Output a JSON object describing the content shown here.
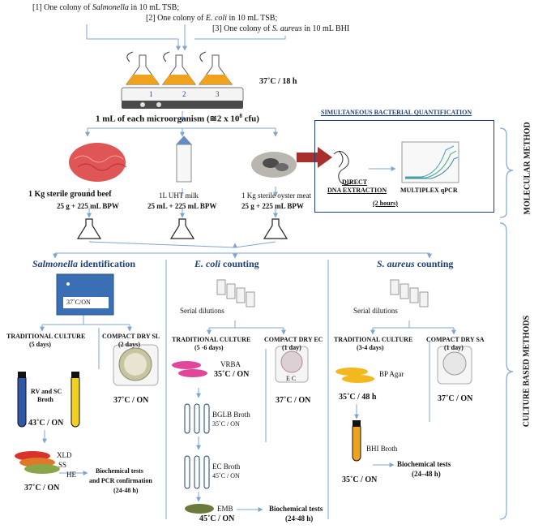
{
  "inoculum": {
    "line1_prefix": "[1] One colony of ",
    "line1_org": "Salmonella",
    "line1_suffix": " in 10 mL TSB;",
    "line2_prefix": "[2] One colony of ",
    "line2_org": "E. coli",
    "line2_suffix": " in 10 mL TSB;",
    "line3_prefix": "[3] One colony of ",
    "line3_org": "S. aureus",
    "line3_suffix": " in 10 mL BHI",
    "incubation": "37˚C / 18 h",
    "flask_numbers": [
      "1",
      "2",
      "3"
    ],
    "mix": "1 mL of each microorganism (≅2 x 10",
    "mix_exp": "8",
    "mix_end": " cfu)"
  },
  "foods": {
    "beef": "1 Kg sterile ground beef",
    "milk": "1L UHT milk",
    "oyster": "1 Kg sterile oyster meat",
    "beef_bpw": "25 g + 225 mL BPW",
    "milk_bpw": "25 mL + 225 mL BPW",
    "oyster_bpw": "25 g + 225 mL BPW"
  },
  "molecular": {
    "title": "SIMULTANEOUS BACTERIAL QUANTIFICATION",
    "extraction_1": "DIRECT",
    "extraction_2": "DNA EXTRACTION",
    "qpcr": "MULTIPLEX qPCR",
    "time": "(2 hours)",
    "side_label": "MOLECULAR METHOD"
  },
  "culture_label": "CULTURE BASED METHODS",
  "salmonella": {
    "title_org": "Salmonella",
    "title_rest": " identification",
    "incubator": "37˚C/ON",
    "trad": "TRADITIONAL CULTURE",
    "trad_time": "(5 days)",
    "compact": "COMPACT DRY SL",
    "compact_time": "(2 days)",
    "broth_1": "RV and SC",
    "broth_2": "Broth",
    "broth_temp": "43˚C / ON",
    "compact_temp": "37˚C / ON",
    "agar_1": "XLD",
    "agar_2": "SS",
    "agar_3": "HE",
    "agar_temp": "37˚C / ON",
    "bio_1": "Biochemical tests",
    "bio_2": "and PCR confirmation",
    "bio_3": "(24-48 h)"
  },
  "ecoli": {
    "title_org": "E. coli",
    "title_rest": " counting",
    "dilutions": "Serial dilutions",
    "trad": "TRADITIONAL CULTURE",
    "trad_time": "(5 -6 days)",
    "compact": "COMPACT DRY EC",
    "compact_time": "(1 day)",
    "vrba": "VRBA",
    "vrba_temp": "35˚C / ON",
    "compact_temp": "37˚C / ON",
    "compact_plate_label": "E C",
    "bglb": "BGLB Broth",
    "bglb_temp": "35˚C / ON",
    "ec": "EC Broth",
    "ec_temp": "45˚C / ON",
    "emb": "EMB",
    "emb_temp": "45˚C / ON",
    "bio": "Biochemical tests",
    "bio_time": "(24-48 h)"
  },
  "saureus": {
    "title_org": "S. aureus",
    "title_rest": " counting",
    "dilutions": "Serial dilutions",
    "trad": "TRADITIONAL CULTURE",
    "trad_time": "(3-4 days)",
    "compact": "COMPACT DRY SA",
    "compact_time": "(1 day)",
    "bp": "BP Agar",
    "bp_temp": "35˚C / 48 h",
    "compact_temp": "37˚C / ON",
    "bhi": "BHI Broth",
    "bhi_temp": "35˚C / ON",
    "bio": "Biochemical tests",
    "bio_time": "(24–48 h)"
  },
  "colors": {
    "line": "#7fa6cf",
    "accent": "#1f3f7a",
    "arrow": "#a8302c",
    "broth_orange": "#f0a21f",
    "beef": "#e05555",
    "xld_red": "#d9322b",
    "ss_orange": "#e0782a",
    "he_green": "#8aa64a",
    "emb_green": "#6b7a3a",
    "vrba_pink": "#e0479a"
  }
}
